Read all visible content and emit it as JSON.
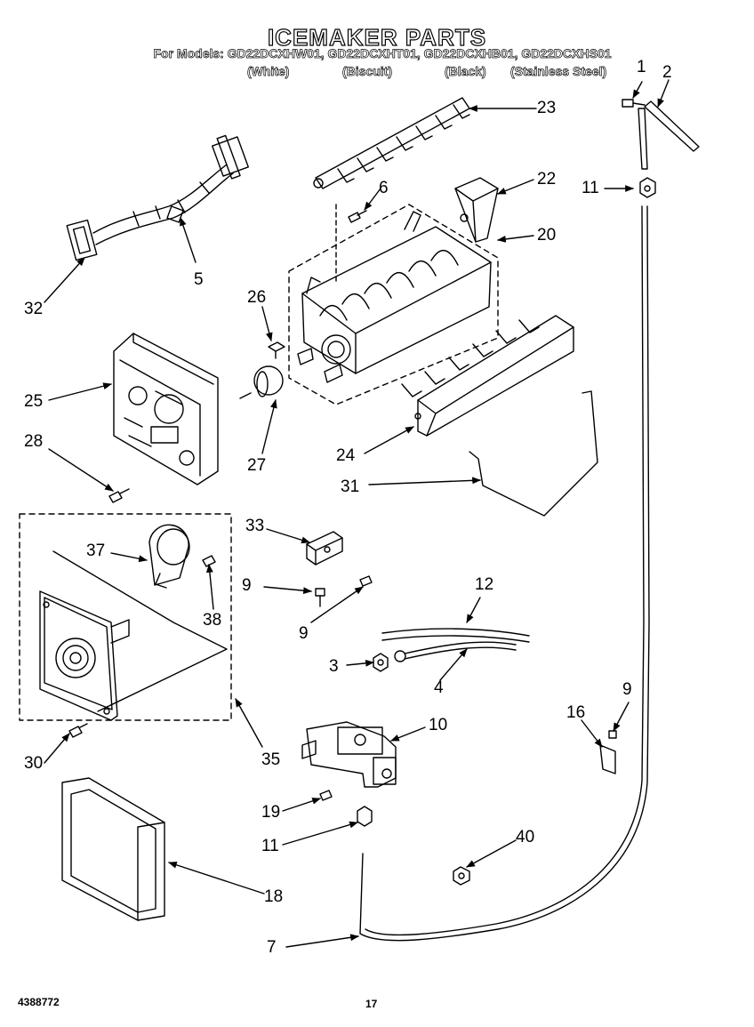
{
  "header": {
    "title": "ICEMAKER PARTS",
    "models_line": "For Models: GD22DCXHW01, GD22DCXHT01, GD22DCXHB01, GD22DCXHS01",
    "variants": [
      "(White)",
      "(Biscuit)",
      "(Black)",
      "(Stainless Steel)"
    ]
  },
  "callouts": {
    "c1": "1",
    "c2": "2",
    "c23": "23",
    "c22": "22",
    "c20": "20",
    "c11a": "11",
    "c6": "6",
    "c5": "5",
    "c32": "32",
    "c26": "26",
    "c25": "25",
    "c27": "27",
    "c28": "28",
    "c24": "24",
    "c31": "31",
    "c33": "33",
    "c37": "37",
    "c9a": "9",
    "c38": "38",
    "c9b": "9",
    "c12": "12",
    "c3": "3",
    "c4": "4",
    "c10": "10",
    "c9c": "9",
    "c16": "16",
    "c30": "30",
    "c35": "35",
    "c19": "19",
    "c11b": "11",
    "c40": "40",
    "c18": "18",
    "c7": "7"
  },
  "footer": {
    "doc_number": "4388772",
    "page_number": "17"
  }
}
